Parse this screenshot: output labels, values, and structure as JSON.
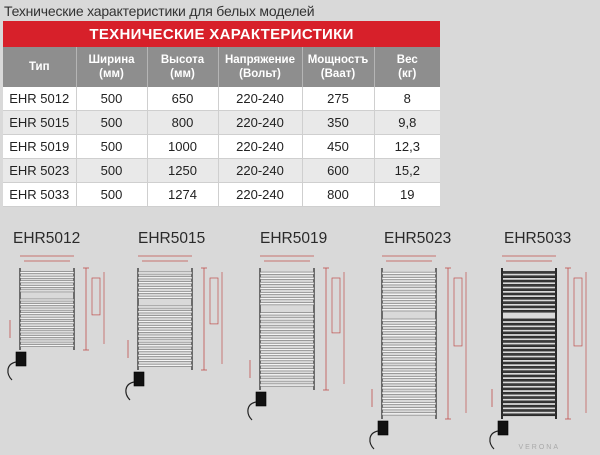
{
  "page": {
    "title": "Технические характеристики для белых моделей"
  },
  "table": {
    "banner": "ТЕХНИЧЕСКИЕ ХАРАКТЕРИСТИКИ",
    "headers": [
      {
        "line1": "Тип",
        "line2": ""
      },
      {
        "line1": "Ширина",
        "line2": "(мм)"
      },
      {
        "line1": "Высота",
        "line2": "(мм)"
      },
      {
        "line1": "Напряжение",
        "line2": "(Вольт)"
      },
      {
        "line1": "Мощностъ",
        "line2": "(Ваат)"
      },
      {
        "line1": "Вес",
        "line2": "(кг)"
      }
    ],
    "rows": [
      [
        "EHR 5012",
        "500",
        "650",
        "220-240",
        "275",
        "8"
      ],
      [
        "EHR 5015",
        "500",
        "800",
        "220-240",
        "350",
        "9,8"
      ],
      [
        "EHR 5019",
        "500",
        "1000",
        "220-240",
        "450",
        "12,3"
      ],
      [
        "EHR 5023",
        "500",
        "1250",
        "220-240",
        "600",
        "15,2"
      ],
      [
        "EHR 5033",
        "500",
        "1274",
        "220-240",
        "800",
        "19"
      ]
    ]
  },
  "models": [
    {
      "label": "EHR5012",
      "rails": 17,
      "dark": false
    },
    {
      "label": "EHR5015",
      "rails": 20,
      "dark": false
    },
    {
      "label": "EHR5019",
      "rails": 23,
      "dark": false
    },
    {
      "label": "EHR5023",
      "rails": 28,
      "dark": false
    },
    {
      "label": "EHR5033",
      "rails": 34,
      "dark": true
    }
  ],
  "colors": {
    "banner": "#d7202a",
    "header": "#8e8e8e",
    "dimension": "#c0504d",
    "background": "#d9d9d9"
  },
  "watermark": "VERONA"
}
